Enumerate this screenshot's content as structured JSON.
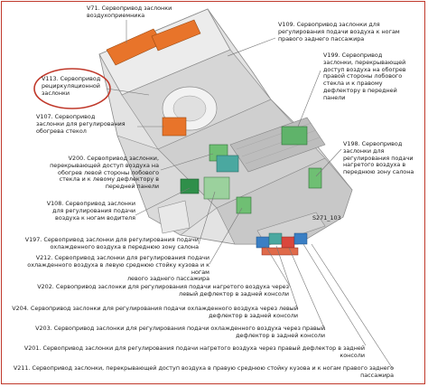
{
  "colors": {
    "frame": "#c0392b",
    "highlight_ellipse": "#c0392b",
    "leader_line": "#777777",
    "orange_servo": "#e8742a",
    "green_servo": "#6fbf73",
    "teal_servo": "#4aa8a0",
    "blue_servo": "#3a7fc4",
    "red_servo": "#d9473d",
    "housing": "#d9d9d9"
  },
  "diagram_id": "S271_103",
  "labels": {
    "v71": "V71. Сервопривод заслонки\nвоздухоприемника",
    "v109": "V109. Сервопривод заслонки для\nрегулирования подачи воздуха к ногам\nправого заднего пассажира",
    "v113": "V113. Сервопривод\nрециркуляционной\nзаслонки",
    "v199": "V199. Сервопривод\nзаслонки, перекрывающей\nдоступ воздуха на обогрев\nправой стороны лобового\nстекла и к правому\nдефлектору в передней\nпанели",
    "v107": "V107. Сервопривод\nзаслонки для регулирования\nобогрева стекол",
    "v198": "V198. Сервопривод\nзаслонки для\nрегулирования подачи\nнагретого воздуха в\nпереднюю зону салона",
    "v200": "V200. Сервопривод заслонки,\nперекрывающей доступ воздуха на\nобогрев левой стороны лобового\nстекла и к левому дефлектору в\nпередней панели",
    "v108": "V108. Сервопривод заслонки\nдля регулирования подачи\nвоздуха к ногам водителя",
    "v197": "V197. Сервопривод заслонки для регулирования подачи\nохлажденного воздуха в переднюю зону салона",
    "v212": "V212. Сервопривод заслонки для регулирования подачи\nохлажденного воздуха в левую среднюю стойку кузова и к ногам\nлевого заднего пассажира",
    "v202": "V202. Сервопривод заслонки для регулирования подачи нагретого воздуха через\nлевый дефлектор в задней консоли",
    "v204": "V204. Сервопривод заслонки для регулирования подачи охлажденного воздуха через левый\nдефлектор в задней консоли",
    "v203": "V203. Сервопривод заслонки для регулирования подачи охлажденного воздуха через правый\nдефлектор в задней консоли",
    "v201": "V201. Сервопривод заслонки для регулирования подачи нагретого воздуха через правый дефлектор в задней консоли",
    "v211": "V211. Сервопривод заслонки, перекрывающей доступ воздуха в правую среднюю стойку кузова и к ногам правого заднего пассажира"
  }
}
